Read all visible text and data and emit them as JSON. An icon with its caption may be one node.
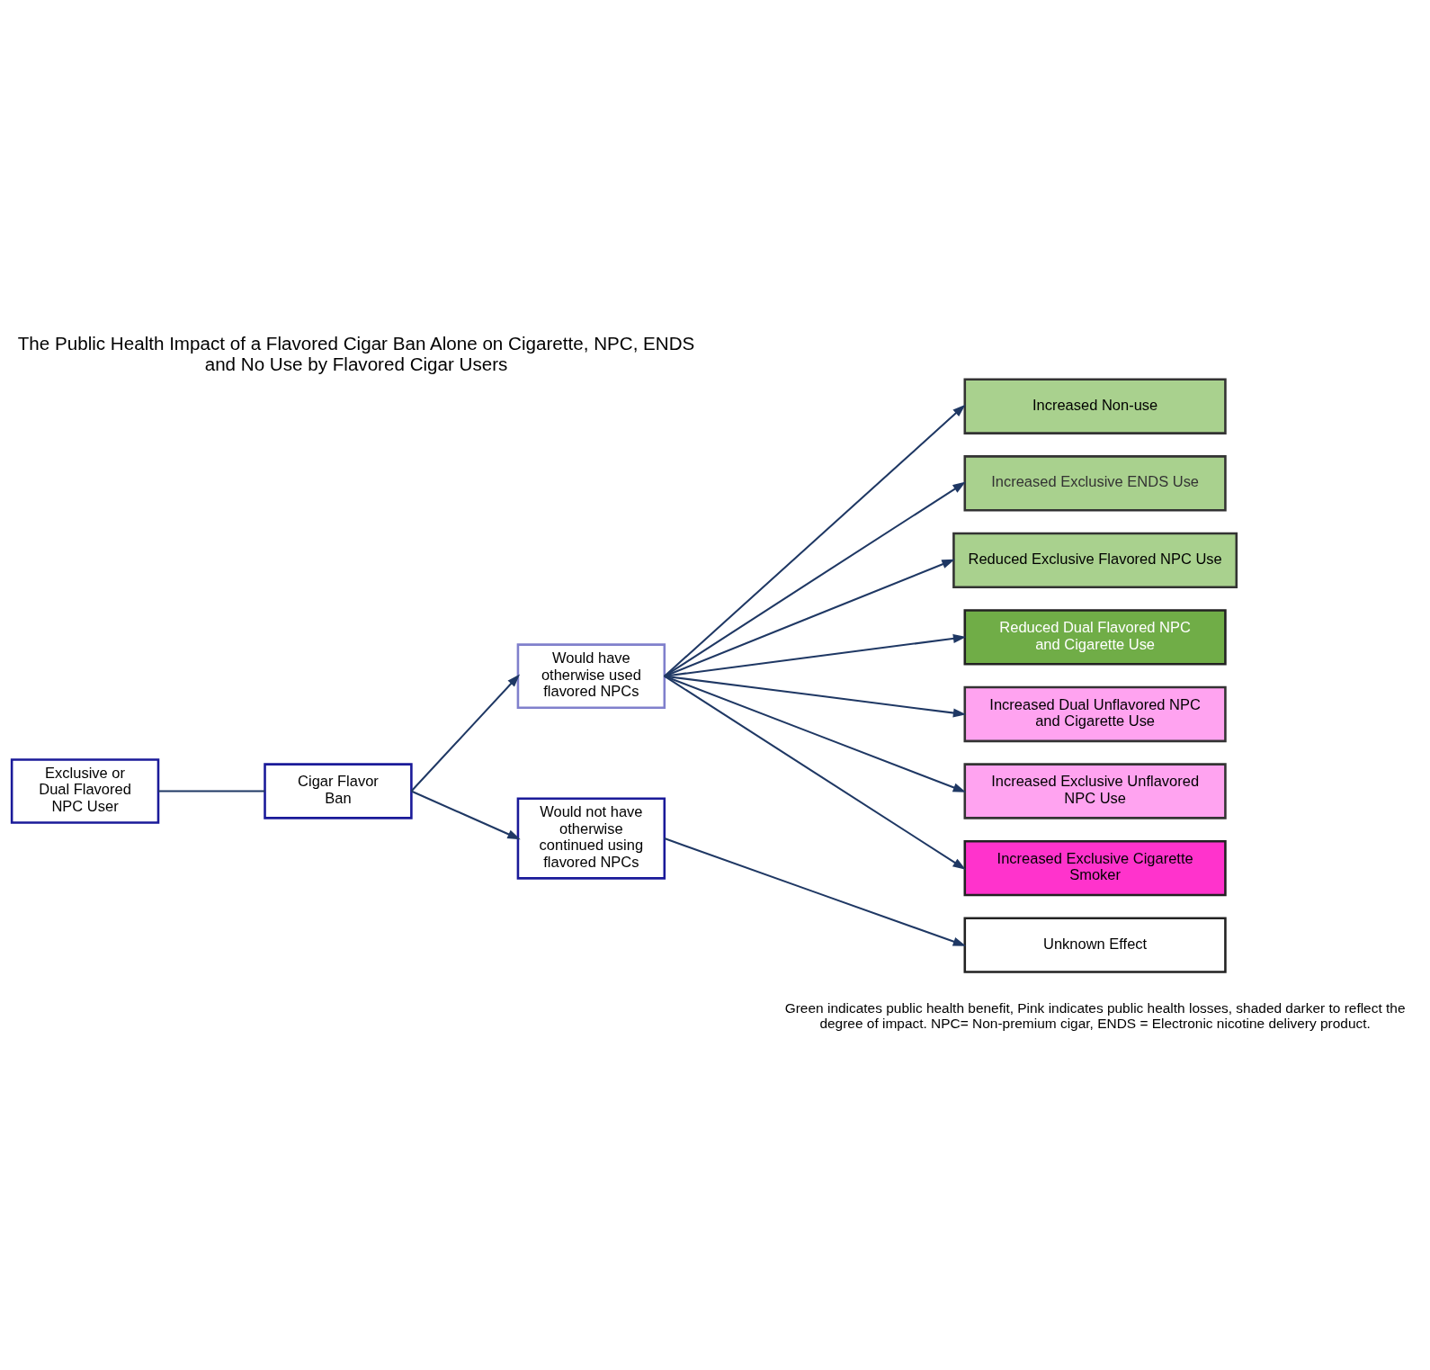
{
  "diagram": {
    "title": "The Public Health Impact of a Flavored Cigar Ban Alone on Cigarette, NPC, ENDS and No Use by Flavored Cigar Users",
    "caption": "Green indicates public health benefit, Pink indicates public health losses, shaded darker to reflect the degree of impact. NPC= Non-premium cigar, ENDS = Electronic nicotine delivery product.",
    "nodes": [
      {
        "text": [
          "Exclusive or Dual Flavored NPC User"
        ]
      },
      {
        "text": [
          "Cigar Flavor Ban"
        ]
      },
      {
        "text": [
          "Would have otherwise used flavored NPCs"
        ]
      },
      {
        "text": [
          "Would not have otherwise continued using flavored NPCs"
        ]
      },
      {
        "text": [
          "Increased Non-use"
        ]
      },
      {
        "text": [
          "Increased Exclusive ENDS Use"
        ]
      },
      {
        "text": [
          "Reduced Exclusive Flavored NPC Use"
        ]
      },
      {
        "text": [
          "Reduced Dual Flavored NPC and Cigarette Use"
        ]
      },
      {
        "text": [
          "Increased Dual Unflavored NPC and Cigarette Use"
        ]
      },
      {
        "text": [
          "Increased Exclusive Unflavored NPC Use"
        ]
      },
      {
        "text": [
          "Increased Exclusive Cigarette Smoker"
        ]
      },
      {
        "text": [
          "Unknown Effect"
        ]
      }
    ],
    "edges": [
      {
        "from": 0,
        "to": 1,
        "arrow": "none"
      },
      {
        "from": 1,
        "to": 2,
        "arrow": "to"
      },
      {
        "from": 1,
        "to": 3,
        "arrow": "to"
      },
      {
        "from": 2,
        "to": 4,
        "arrow": "to"
      },
      {
        "from": 2,
        "to": 5,
        "arrow": "to"
      },
      {
        "from": 2,
        "to": 6,
        "arrow": "to"
      },
      {
        "from": 2,
        "to": 7,
        "arrow": "to"
      },
      {
        "from": 2,
        "to": 8,
        "arrow": "to"
      },
      {
        "from": 2,
        "to": 9,
        "arrow": "to"
      },
      {
        "from": 2,
        "to": 10,
        "arrow": "to"
      },
      {
        "from": 3,
        "to": 11,
        "arrow": "to"
      }
    ]
  }
}
